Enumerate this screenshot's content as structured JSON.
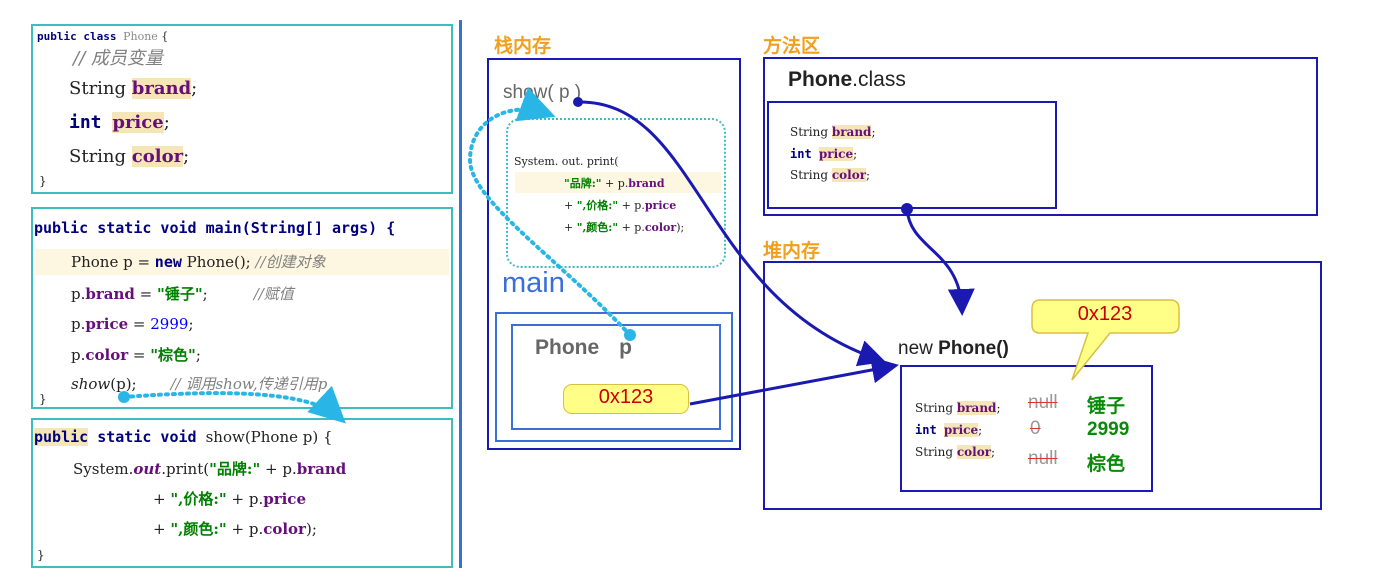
{
  "phone_class_code": {
    "l1": [
      "public class ",
      "Phone",
      " {"
    ],
    "l2": "// 成员变量",
    "l3": [
      "String ",
      "brand",
      ";"
    ],
    "l4": [
      "int ",
      "price",
      ";"
    ],
    "l5": [
      "String ",
      "color",
      ";"
    ],
    "l6": "}"
  },
  "main_code": {
    "l1": "public static void main(String[] args) {",
    "l2a": "Phone p = ",
    "l2b": "new",
    "l2c": " Phone(); ",
    "l2d": "//创建对象",
    "l3a": "p.",
    "l3b": "brand",
    "l3c": " = ",
    "l3d": "\"锤子\"",
    "l3e": ";",
    "l3f": "//赋值",
    "l4a": "p.",
    "l4b": "price",
    "l4c": " = ",
    "l4d": "2999",
    "l4e": ";",
    "l5a": "p.",
    "l5b": "color",
    "l5c": " = ",
    "l5d": "\"棕色\"",
    "l5e": ";",
    "l6a": "show",
    "l6b": "(p);",
    "l6c": "// 调用show,传递引用p",
    "l7": "}"
  },
  "show_code": {
    "l1a": "public",
    "l1b": " static void ",
    "l1c": "show(Phone p) {",
    "l2a": "System.",
    "l2b": "out",
    "l2c": ".print(",
    "l2d": "\"品牌:\"",
    "l2e": " + p.",
    "l2f": "brand",
    "l3a": "+ ",
    "l3b": "\",价格:\"",
    "l3c": " + p.",
    "l3d": "price",
    "l4a": "+ ",
    "l4b": "\",颜色:\"",
    "l4c": " + p.",
    "l4d": "color",
    "l4e": ");",
    "l5": "}"
  },
  "stack": {
    "title": "栈内存",
    "show_frame": "show( p )",
    "print_l1": "System. out. print(",
    "print_l2a": "\"品牌:\"",
    "print_l2b": " + p.",
    "print_l2c": "brand",
    "print_l3a": "+ ",
    "print_l3b": "\",价格:\"",
    "print_l3c": " + p.",
    "print_l3d": "price",
    "print_l4a": "+ ",
    "print_l4b": "\",颜色:\"",
    "print_l4c": " + p.",
    "print_l4d": "color",
    "print_l4e": ");",
    "main_label": "main",
    "var_type": "Phone",
    "var_name": "p",
    "address": "0x123"
  },
  "method_area": {
    "title": "方法区",
    "class_bold": "Phone",
    "class_rest": ".class",
    "f1a": "String ",
    "f1b": "brand",
    "f1c": ";",
    "f2a": "int ",
    "f2b": "price",
    "f2c": ";",
    "f3a": "String ",
    "f3b": "color",
    "f3c": ";"
  },
  "heap": {
    "title": "堆内存",
    "callout": "0x123",
    "new_a": "new ",
    "new_b": "Phone()",
    "f1a": "String ",
    "f1b": "brand",
    "f1c": ";",
    "f2a": "int ",
    "f2b": "price",
    "f2c": ";",
    "f3a": "String ",
    "f3b": "color",
    "f3c": ";",
    "d1": "null",
    "d2": "0",
    "d3": "null",
    "v1": "锤子",
    "v2": "2999",
    "v3": "棕色"
  },
  "colors": {
    "teal": "#3fbcbe",
    "navy": "#1a1ab0",
    "orange": "#f0a01e",
    "cyan": "#29b6e6",
    "yellow": "#ffff88",
    "green": "#0a8a0a"
  }
}
